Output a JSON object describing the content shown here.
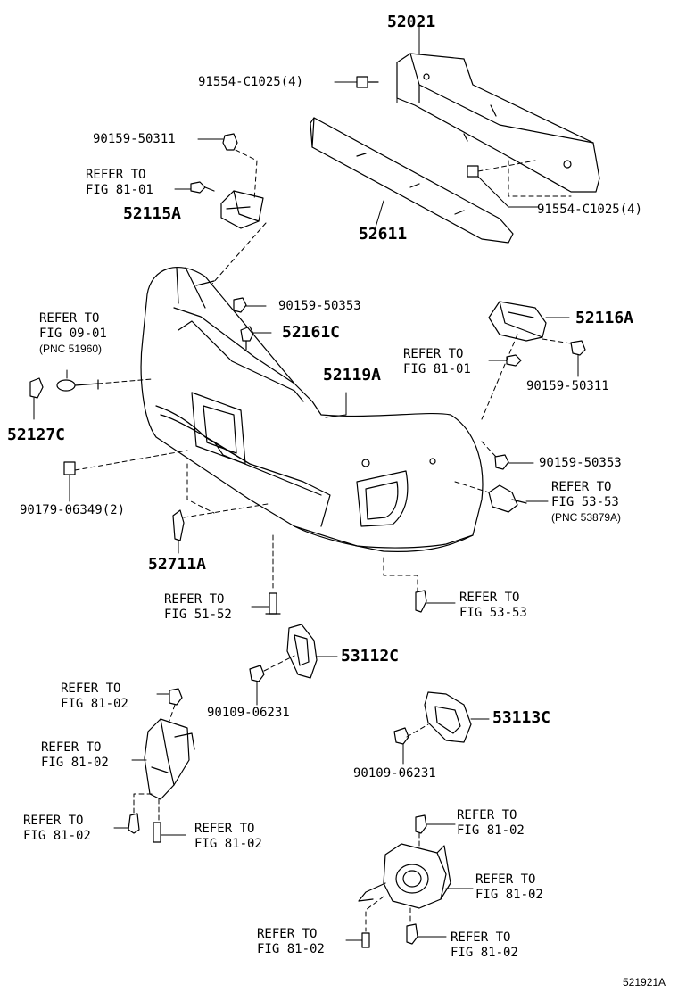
{
  "parts": {
    "p52021": "52021",
    "p91554_top": "91554-C1025(4)",
    "p90159_50311_top": "90159-50311",
    "ref_81_01_left": [
      "REFER TO",
      "FIG 81-01"
    ],
    "p52115A": "52115A",
    "p52611": "52611",
    "p91554_right": "91554-C1025(4)",
    "p90159_50353_top": "90159-50353",
    "ref_09_01": [
      "REFER TO",
      "FIG 09-01",
      "(PNC 51960)"
    ],
    "p52161C": "52161C",
    "p52116A": "52116A",
    "ref_81_01_right": [
      "REFER TO",
      "FIG 81-01"
    ],
    "p90159_50311_right": "90159-50311",
    "p52119A": "52119A",
    "p52127C": "52127C",
    "p90159_50353_right": "90159-50353",
    "ref_53_53_upper": [
      "REFER TO",
      "FIG 53-53",
      "(PNC 53879A)"
    ],
    "p90179": "90179-06349(2)",
    "p52711A": "52711A",
    "ref_51_52": [
      "REFER TO",
      "FIG 51-52"
    ],
    "ref_53_53_lower": [
      "REFER TO",
      "FIG 53-53"
    ],
    "p53112C": "53112C",
    "p90109_left": "90109-06231",
    "ref_81_02_a": [
      "REFER TO",
      "FIG 81-02"
    ],
    "ref_81_02_b": [
      "REFER TO",
      "FIG 81-02"
    ],
    "p53113C": "53113C",
    "p90109_right": "90109-06231",
    "ref_81_02_c": [
      "REFER TO",
      "FIG 81-02"
    ],
    "ref_81_02_d": [
      "REFER TO",
      "FIG 81-02"
    ],
    "ref_81_02_e": [
      "REFER TO",
      "FIG 81-02"
    ],
    "ref_81_02_f": [
      "REFER TO",
      "FIG 81-02"
    ],
    "ref_81_02_g": [
      "REFER TO",
      "FIG 81-02"
    ],
    "ref_81_02_h": [
      "REFER TO",
      "FIG 81-02"
    ]
  },
  "figure_id": "521921A"
}
